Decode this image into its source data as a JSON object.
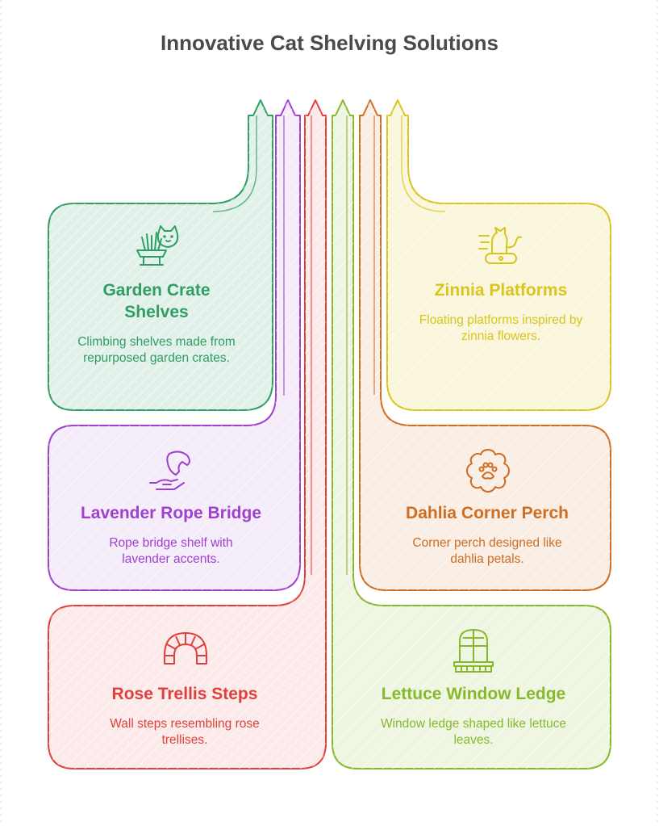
{
  "title": "Innovative Cat Shelving Solutions",
  "colors": {
    "green": "#2e9e63",
    "purple": "#a040d0",
    "red": "#e0403c",
    "yellow": "#d8c51d",
    "orange": "#cf6d22",
    "lime": "#86b92c",
    "title": "#4a4a4a"
  },
  "cards": [
    {
      "id": "garden-crate-shelves",
      "title": "Garden Crate Shelves",
      "description": "Climbing shelves made from repurposed garden crates.",
      "color": "#2e9e63",
      "icon": "cat-with-plant-icon"
    },
    {
      "id": "lavender-rope-bridge",
      "title": "Lavender Rope Bridge",
      "description": "Rope bridge shelf with lavender accents.",
      "color": "#a040d0",
      "icon": "hand-holding-pet-icon"
    },
    {
      "id": "rose-trellis-steps",
      "title": "Rose Trellis Steps",
      "description": "Wall steps resembling rose trellises.",
      "color": "#e0403c",
      "icon": "brick-arch-icon"
    },
    {
      "id": "zinnia-platforms",
      "title": "Zinnia Platforms",
      "description": "Floating platforms inspired by zinnia flowers.",
      "color": "#d8c51d",
      "icon": "cat-on-bed-icon"
    },
    {
      "id": "dahlia-corner-perch",
      "title": "Dahlia Corner Perch",
      "description": "Corner perch designed like dahlia petals.",
      "color": "#cf6d22",
      "icon": "paw-flower-icon"
    },
    {
      "id": "lettuce-window-ledge",
      "title": "Lettuce Window Ledge",
      "description": "Window ledge shaped like lettuce leaves.",
      "color": "#86b92c",
      "icon": "arched-window-icon"
    }
  ]
}
